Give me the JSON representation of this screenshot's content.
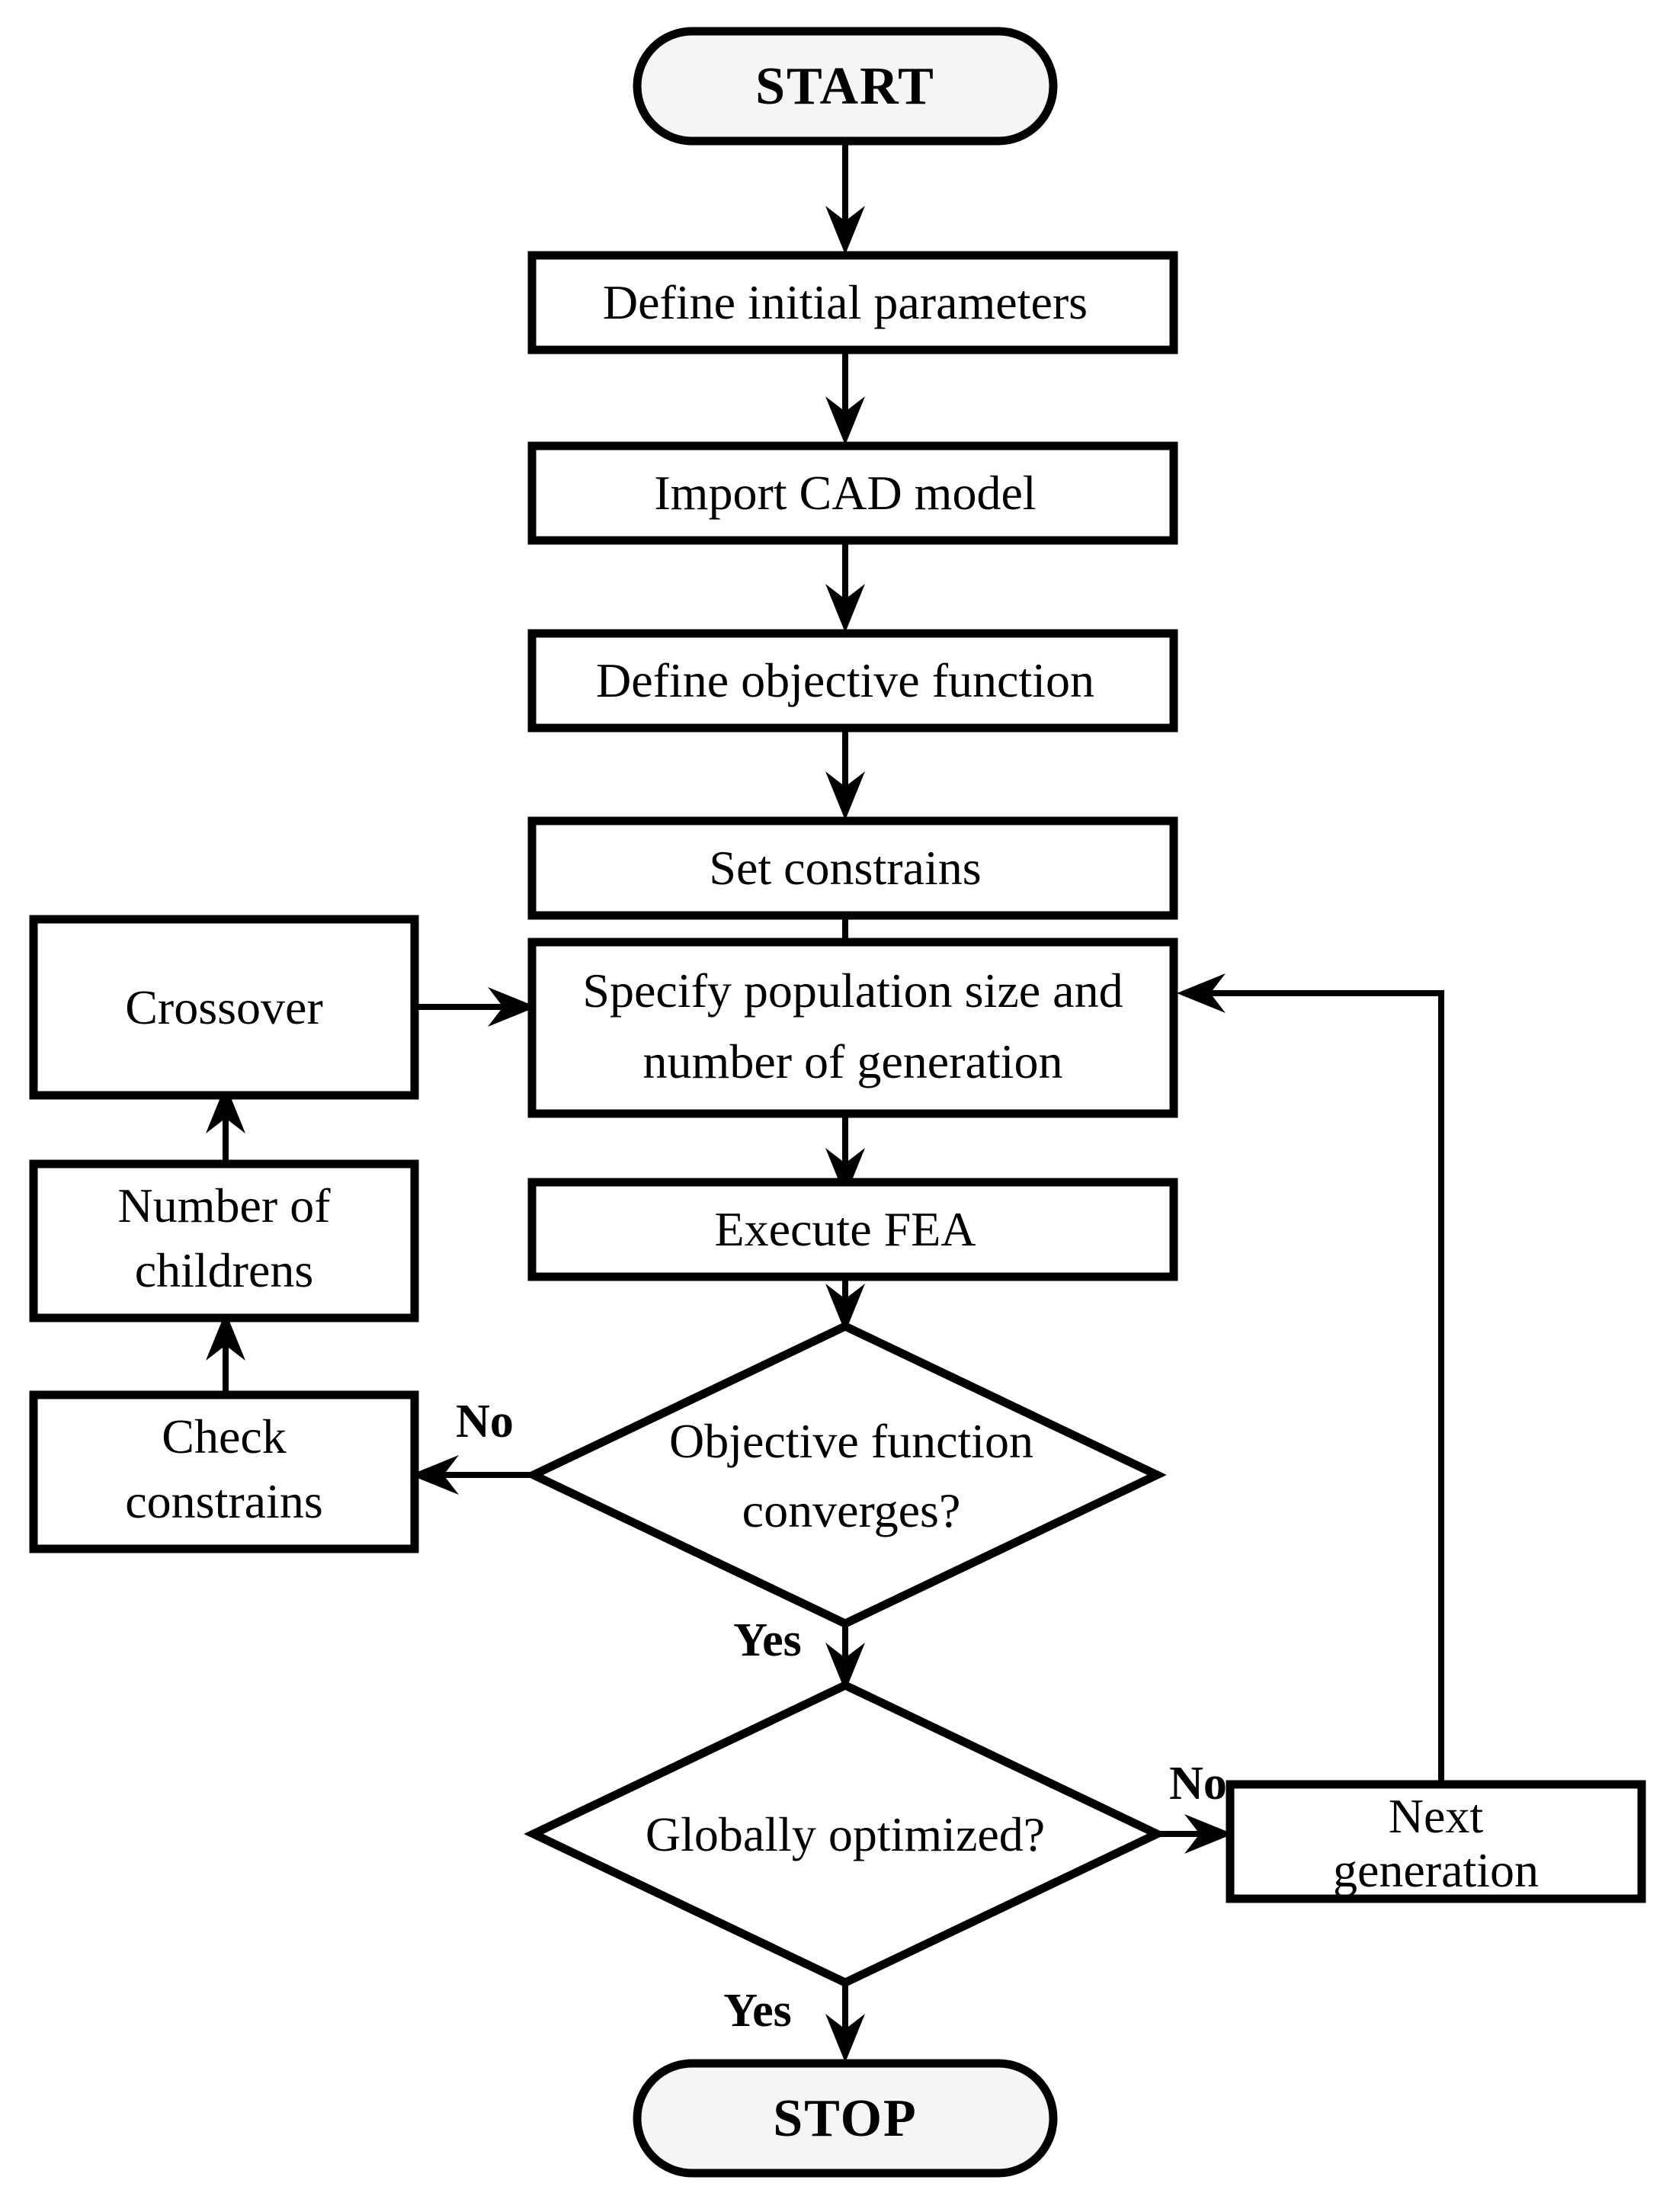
{
  "diagram": {
    "type": "flowchart",
    "title": "Genetic algorithm structural optimization flowchart",
    "orientation": "top-to-bottom",
    "colors": {
      "background": "#ffffff",
      "stroke": "#000000",
      "terminator_fill": "#f5f5f5",
      "process_fill": "#ffffff",
      "decision_fill": "#ffffff"
    }
  },
  "nodes": {
    "start": {
      "label": "START",
      "shape": "terminator"
    },
    "define_params": {
      "label": "Define initial parameters",
      "shape": "process"
    },
    "import_cad": {
      "label": "Import CAD model",
      "shape": "process"
    },
    "define_objective": {
      "label": "Define objective function",
      "shape": "process"
    },
    "set_constrains": {
      "label": "Set constrains",
      "shape": "process"
    },
    "specify_population": {
      "shape": "process",
      "line1": "Specify population size and",
      "line2": "number of generation"
    },
    "execute_fea": {
      "label": "Execute FEA",
      "shape": "process"
    },
    "objective_converges": {
      "shape": "decision",
      "line1": "Objective function",
      "line2": "converges?"
    },
    "globally_optimized": {
      "label": "Globally optimized?",
      "shape": "decision"
    },
    "next_generation": {
      "shape": "process",
      "line1": "Next",
      "line2": "generation"
    },
    "crossover": {
      "label": "Crossover",
      "shape": "process"
    },
    "number_of_childrens": {
      "shape": "process",
      "line1": "Number of",
      "line2": "childrens"
    },
    "check_constrains": {
      "shape": "process",
      "line1": "Check",
      "line2": "constrains"
    },
    "stop": {
      "label": "STOP",
      "shape": "terminator"
    }
  },
  "edge_labels": {
    "converges_no": "No",
    "converges_yes": "Yes",
    "optimized_no": "No",
    "optimized_yes": "Yes"
  },
  "edges": [
    {
      "from": "start",
      "to": "define_params",
      "label": ""
    },
    {
      "from": "define_params",
      "to": "import_cad",
      "label": ""
    },
    {
      "from": "import_cad",
      "to": "define_objective",
      "label": ""
    },
    {
      "from": "define_objective",
      "to": "set_constrains",
      "label": ""
    },
    {
      "from": "set_constrains",
      "to": "specify_population",
      "label": ""
    },
    {
      "from": "specify_population",
      "to": "execute_fea",
      "label": ""
    },
    {
      "from": "execute_fea",
      "to": "objective_converges",
      "label": ""
    },
    {
      "from": "objective_converges",
      "to": "check_constrains",
      "label": "No"
    },
    {
      "from": "objective_converges",
      "to": "globally_optimized",
      "label": "Yes"
    },
    {
      "from": "check_constrains",
      "to": "number_of_childrens",
      "label": ""
    },
    {
      "from": "number_of_childrens",
      "to": "crossover",
      "label": ""
    },
    {
      "from": "crossover",
      "to": "specify_population",
      "label": ""
    },
    {
      "from": "globally_optimized",
      "to": "next_generation",
      "label": "No"
    },
    {
      "from": "globally_optimized",
      "to": "stop",
      "label": "Yes"
    },
    {
      "from": "next_generation",
      "to": "specify_population",
      "label": ""
    }
  ]
}
